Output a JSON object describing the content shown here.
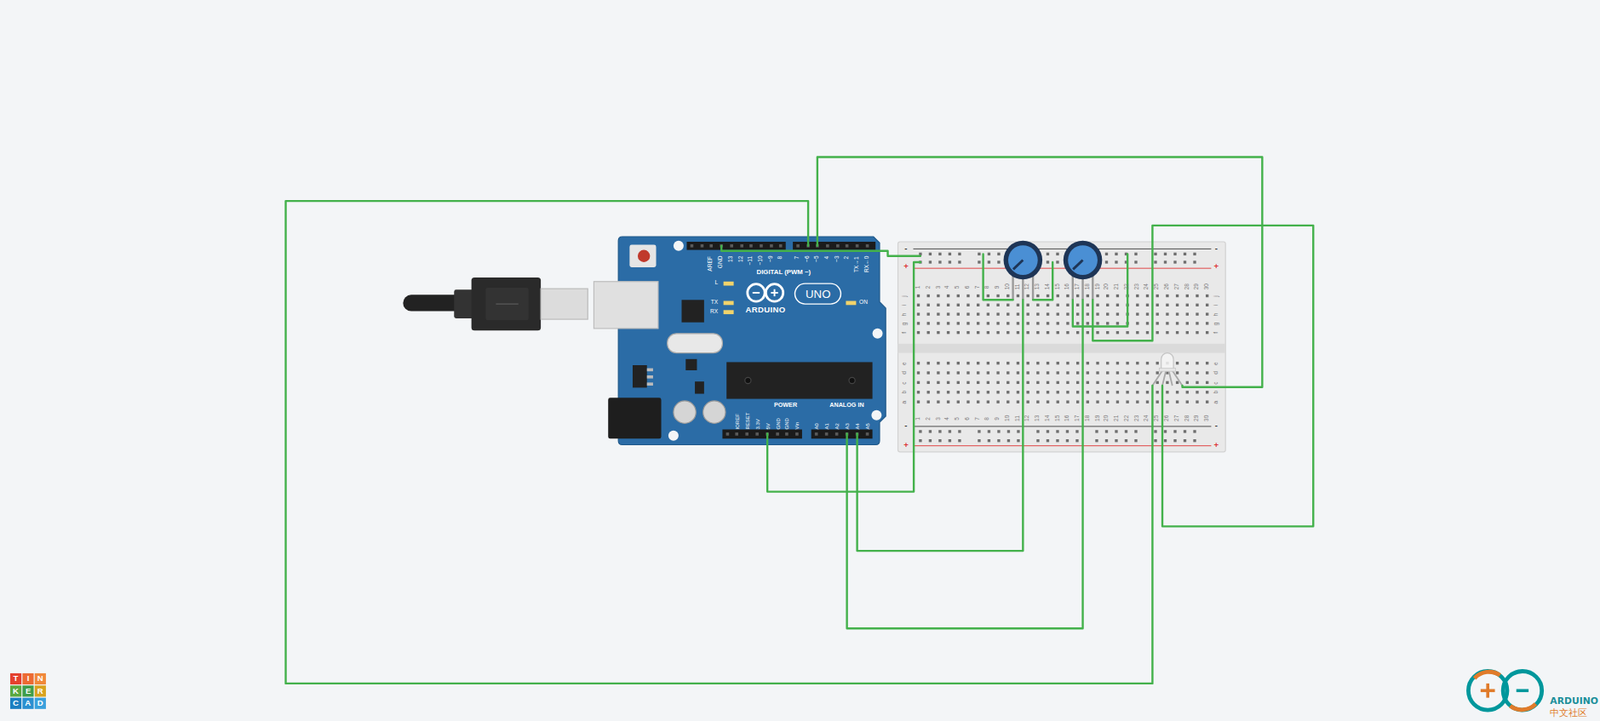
{
  "diagram": {
    "labels": [
      "AREF",
      "GND",
      "13",
      "12",
      "~11",
      "~10",
      "~9",
      "8",
      "7",
      "~6",
      "~5",
      "4",
      "~3",
      "2",
      "TX→1",
      "RX←0",
      "DIGITAL (PWM ~)",
      "L",
      "TX",
      "RX",
      "ARDUINO",
      "UNO",
      "ON",
      "IOREF",
      "RESET",
      "3.3V",
      "5V",
      "GND",
      "GND",
      "Vin",
      "POWER",
      "ANALOG IN",
      "A0",
      "A1",
      "A2",
      "A3",
      "A4",
      "A5",
      "-",
      "+",
      "-",
      "+",
      "1",
      "2",
      "3",
      "4",
      "5",
      "6",
      "7",
      "8",
      "9",
      "10",
      "11",
      "12",
      "13",
      "14",
      "15",
      "16",
      "17",
      "18",
      "19",
      "20",
      "21",
      "22",
      "23",
      "24",
      "25",
      "26",
      "27",
      "28",
      "29",
      "30",
      "j",
      "i",
      "h",
      "g",
      "f",
      "j",
      "i",
      "h",
      "g",
      "f",
      "e",
      "d",
      "c",
      "b",
      "a",
      "e",
      "d",
      "c",
      "b",
      "a",
      "1",
      "2",
      "3",
      "4",
      "5",
      "6",
      "7",
      "8",
      "9",
      "10",
      "11",
      "12",
      "13",
      "14",
      "15",
      "16",
      "17",
      "18",
      "19",
      "20",
      "21",
      "22",
      "23",
      "24",
      "25",
      "26",
      "27",
      "28",
      "29",
      "30",
      "-",
      "+",
      "-",
      "+",
      "T",
      "I",
      "N",
      "K",
      "E",
      "R",
      "C",
      "A",
      "D",
      "ARDUINO",
      "中文社区"
    ]
  }
}
